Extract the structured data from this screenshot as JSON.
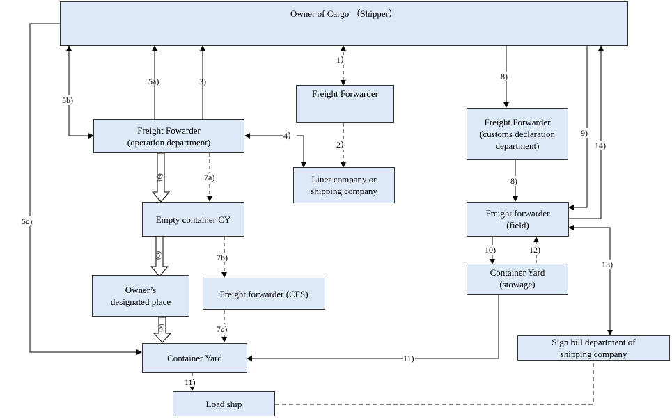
{
  "boxes": {
    "owner": "Owner of Cargo （Shipper）",
    "ff_center": "Freight Forwarder",
    "ff_operation_l1": "Freight Fowarder",
    "ff_operation_l2": "(operation department)",
    "liner_l1": "Liner company or",
    "liner_l2": "shipping company",
    "empty_cy": "Empty container CY",
    "owners_place_l1": "Owner’s",
    "owners_place_l2": "designated place",
    "ff_cfs": "Freight forwarder (CFS)",
    "container_yard": "Container Yard",
    "load_ship": "Load ship",
    "ff_customs_l1": "Freight Forwarder",
    "ff_customs_l2": "(customs declaration",
    "ff_customs_l3": "department)",
    "ff_field_l1": "Freight forwarder",
    "ff_field_l2": "(field)",
    "cy_stowage_l1": "Container Yard",
    "cy_stowage_l2": "(stowage)",
    "sign_bill_l1": "Sign bill department of",
    "sign_bill_l2": "shipping company"
  },
  "labels": {
    "s1": "1）",
    "s2": "2）",
    "s3": "3)",
    "s4": "4）",
    "s5a": "5a)",
    "s5b": "5b)",
    "s5c": "5c)",
    "s6a": "6a)",
    "s6b": "6b)",
    "s6c": "6c)",
    "s7a": "7a)",
    "s7b": "7b)",
    "s7c": "7c)",
    "s8a": "8)",
    "s8b": "8)",
    "s9": "9)",
    "s10": "10)",
    "s11a": "11)",
    "s11b": "11)",
    "s12": "12)",
    "s13": "13)",
    "s14": "14)"
  }
}
